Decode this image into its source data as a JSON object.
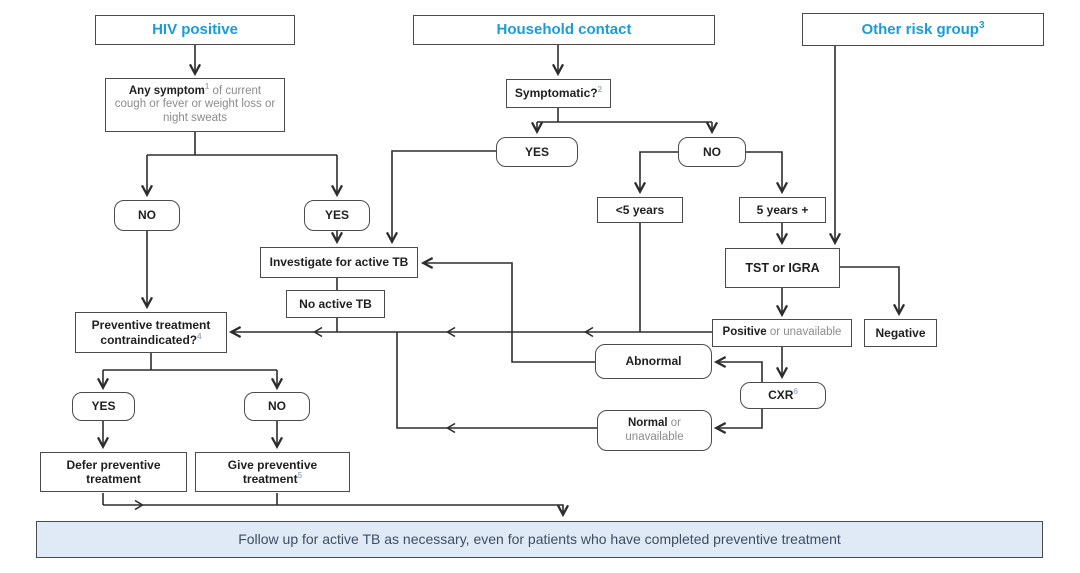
{
  "colors": {
    "accent_blue": "#1b9cd8",
    "line": "#2d2d2d",
    "box_border": "#4b4b4b",
    "secondary_text": "#8c8c8c",
    "banner_bg": "#e0e9f6",
    "banner_text": "#3e4d63"
  },
  "headers": {
    "hiv": {
      "label": "HIV positive"
    },
    "household": {
      "label": "Household contact"
    },
    "other": {
      "label": "Other risk group",
      "sup": "3"
    }
  },
  "nodes": {
    "any_symptom": {
      "bold": "Any symptom",
      "sup": "1",
      "rest": " of current cough or fever or weight loss or night sweats"
    },
    "symptomatic": {
      "label": "Symptomatic?",
      "sup": "2"
    },
    "yes_household": {
      "label": "YES"
    },
    "no_household": {
      "label": "NO"
    },
    "no_symptom": {
      "label": "NO"
    },
    "yes_symptom": {
      "label": "YES"
    },
    "under_5": {
      "label": "<5 years"
    },
    "over_5": {
      "label": "5 years +"
    },
    "investigate": {
      "label": "Investigate for active TB"
    },
    "tst_igra": {
      "label": "TST or IGRA"
    },
    "no_active_tb": {
      "label": "No active TB"
    },
    "positive": {
      "bold": "Positive",
      "rest": " or unavailable"
    },
    "negative": {
      "label": "Negative"
    },
    "contraindicated": {
      "label": "Preventive treatment contraindicated?",
      "sup": "4"
    },
    "abnormal": {
      "label": "Abnormal"
    },
    "cxr": {
      "label": "CXR",
      "sup": "6"
    },
    "yes_contra": {
      "label": "YES"
    },
    "no_contra": {
      "label": "NO"
    },
    "normal": {
      "bold": "Normal",
      "rest": " or unavailable"
    },
    "defer": {
      "label": "Defer preventive treatment"
    },
    "give": {
      "label": "Give preventive treatment",
      "sup": "5"
    }
  },
  "banner": {
    "text": "Follow up for active TB as necessary, even for patients who have completed preventive treatment"
  }
}
